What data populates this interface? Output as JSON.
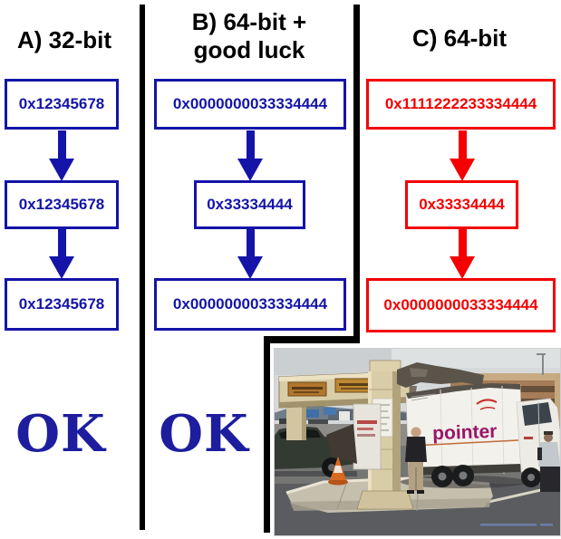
{
  "diagram": {
    "title_hint": "pointer truncation diagram",
    "colors": {
      "blue": "#1414a8",
      "red": "#f40000",
      "heading": "#000000",
      "ok_blue": "#1d1d9e",
      "pointer_text": "#9b1468"
    },
    "columns": [
      {
        "heading": "A) 32-bit",
        "boxes": [
          "0x12345678",
          "0x12345678",
          "0x12345678"
        ],
        "verdict": "OK"
      },
      {
        "heading": "B) 64-bit +\ngood luck",
        "boxes": [
          "0x0000000033334444",
          "0x33334444",
          "0x0000000033334444"
        ],
        "verdict": "OK"
      },
      {
        "heading": "C) 64-bit",
        "boxes": [
          "0x1111222233334444",
          "0x33334444",
          "0x0000000033334444"
        ]
      }
    ],
    "photo": {
      "truck_label": "pointer"
    }
  }
}
